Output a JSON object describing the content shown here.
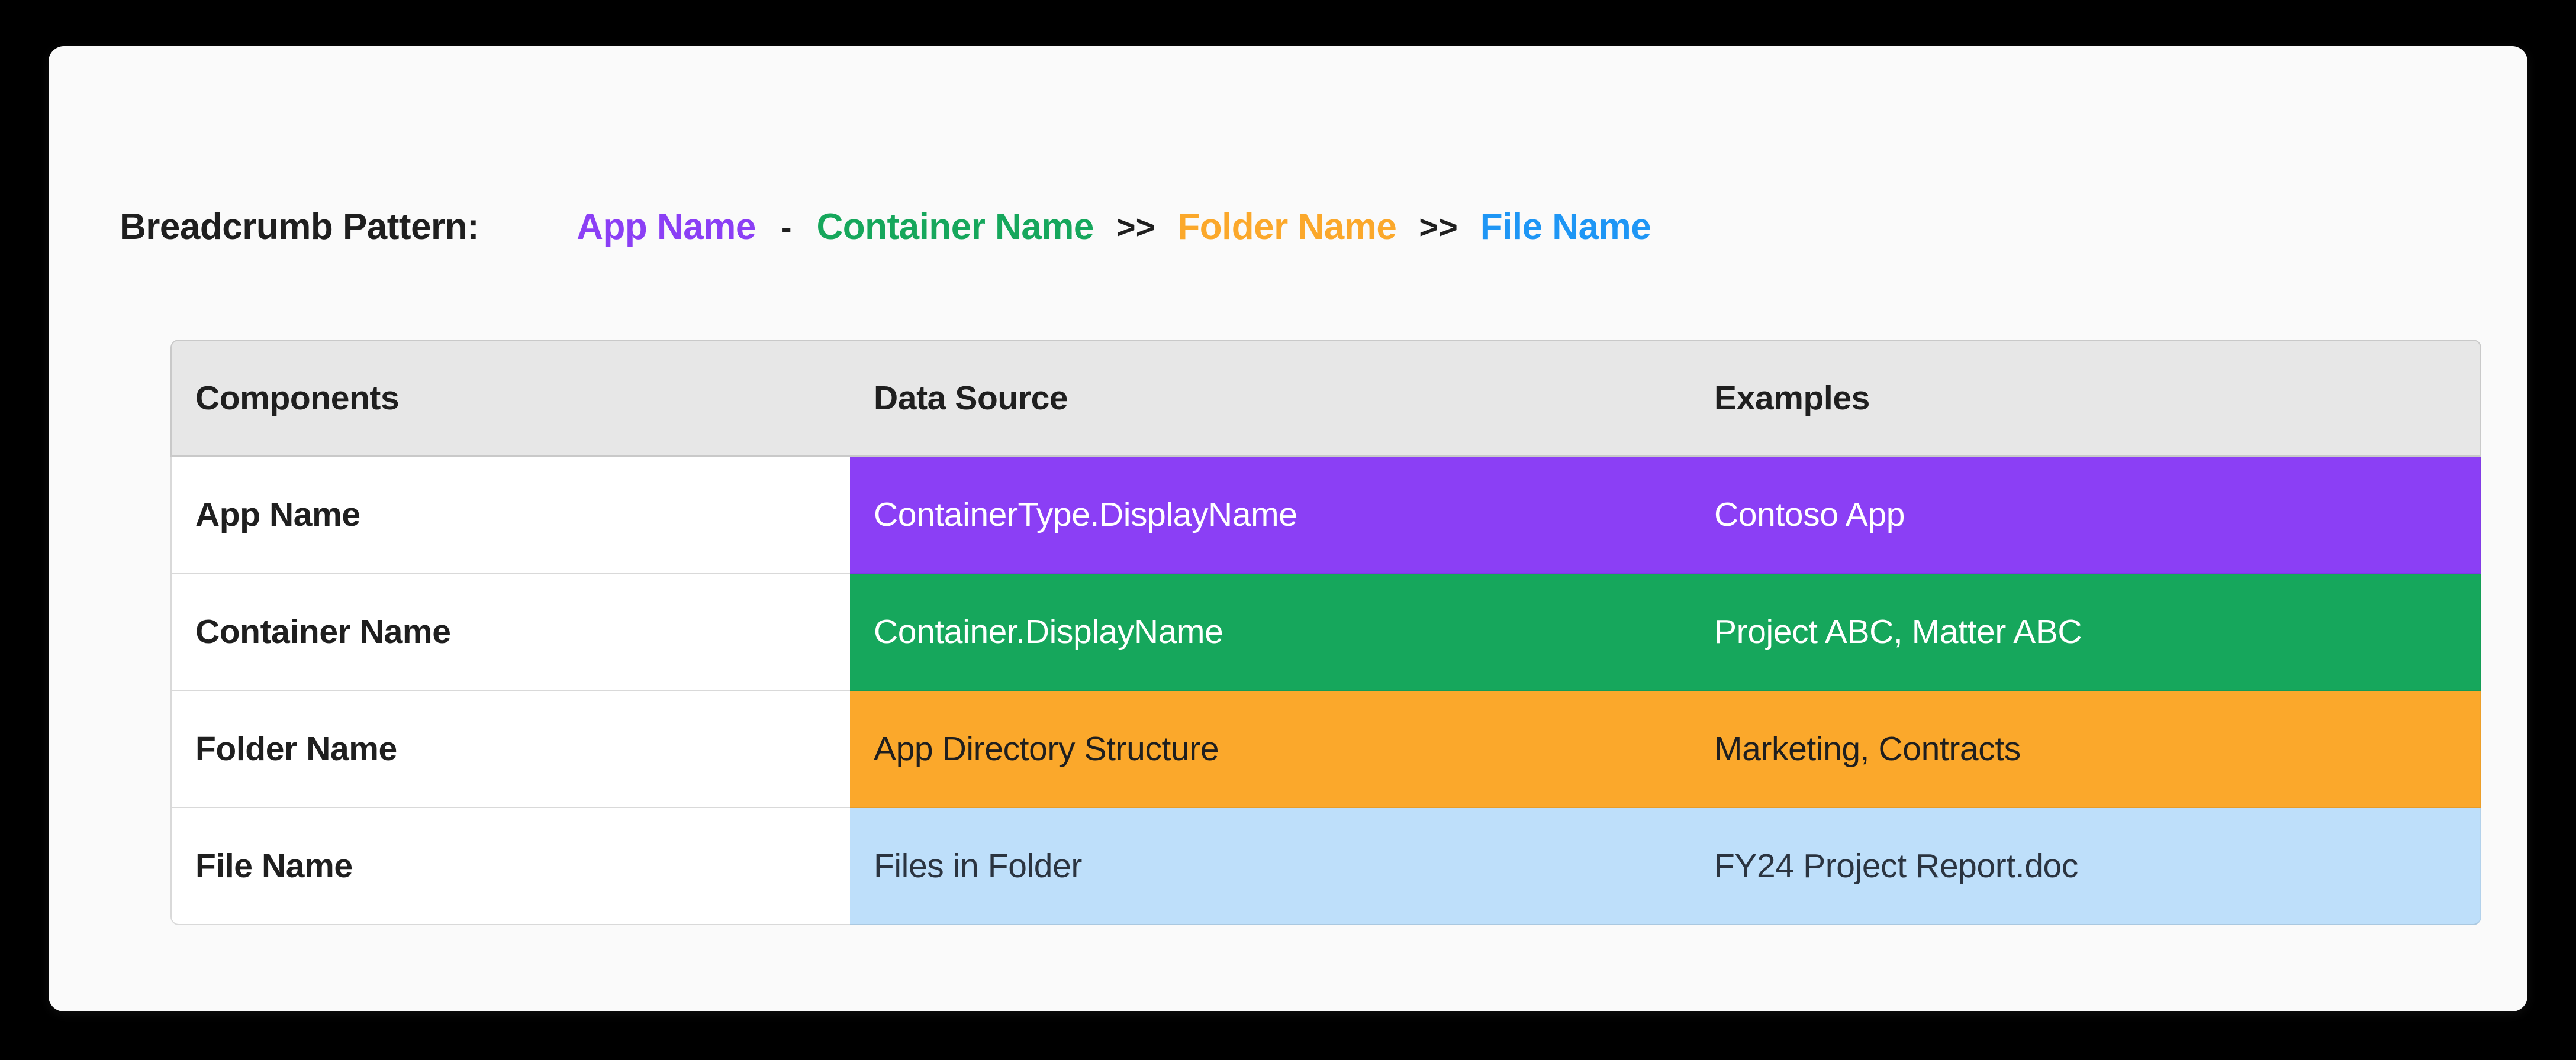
{
  "canvas": {
    "background": "#000000",
    "card_background": "#fafafa"
  },
  "breadcrumb": {
    "label": "Breadcrumb Pattern:",
    "segments": [
      {
        "text": "App Name",
        "color": "#8B3FF5"
      },
      {
        "text": "Container Name",
        "color": "#16A75C"
      },
      {
        "text": "Folder Name",
        "color": "#FBA82B"
      },
      {
        "text": "File Name",
        "color": "#1E96F5"
      }
    ],
    "separators": [
      "-",
      ">>",
      ">>"
    ]
  },
  "table": {
    "headers": [
      "Components",
      "Data Source",
      "Examples"
    ],
    "header_background": "#e7e7e7",
    "rows": [
      {
        "component": "App Name",
        "data_source": "ContainerType.DisplayName",
        "example": "Contoso App",
        "fill": "#8B3FF5",
        "text_color": "#ffffff"
      },
      {
        "component": "Container Name",
        "data_source": "Container.DisplayName",
        "example": "Project ABC, Matter ABC",
        "fill": "#16A75C",
        "text_color": "#ffffff"
      },
      {
        "component": "Folder Name",
        "data_source": "App Directory Structure",
        "example": "Marketing, Contracts",
        "fill": "#FBA82B",
        "text_color": "#1f1f1f"
      },
      {
        "component": "File Name",
        "data_source": "Files in Folder",
        "example": "FY24 Project Report.doc",
        "fill": "#BEDFFA",
        "text_color": "#2b3440"
      }
    ]
  }
}
